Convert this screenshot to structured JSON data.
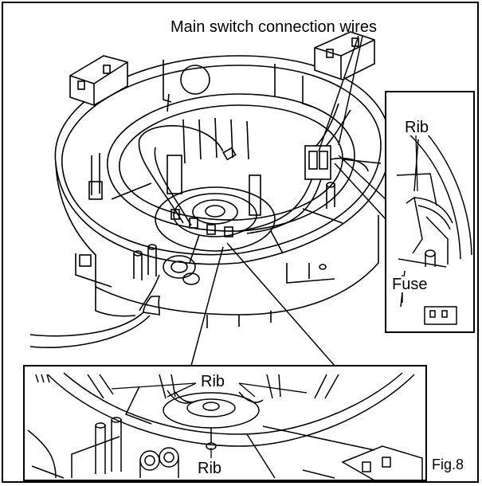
{
  "labels": {
    "main_switch_wires": "Main switch connection wires",
    "rib_inset_right": "Rib",
    "fuse": "Fuse",
    "rib_bottom": "Rib",
    "rib_bottom_lower": "Rib",
    "figure": "Fig.8"
  },
  "colors": {
    "line": "#000000",
    "paper": "#ffffff"
  }
}
